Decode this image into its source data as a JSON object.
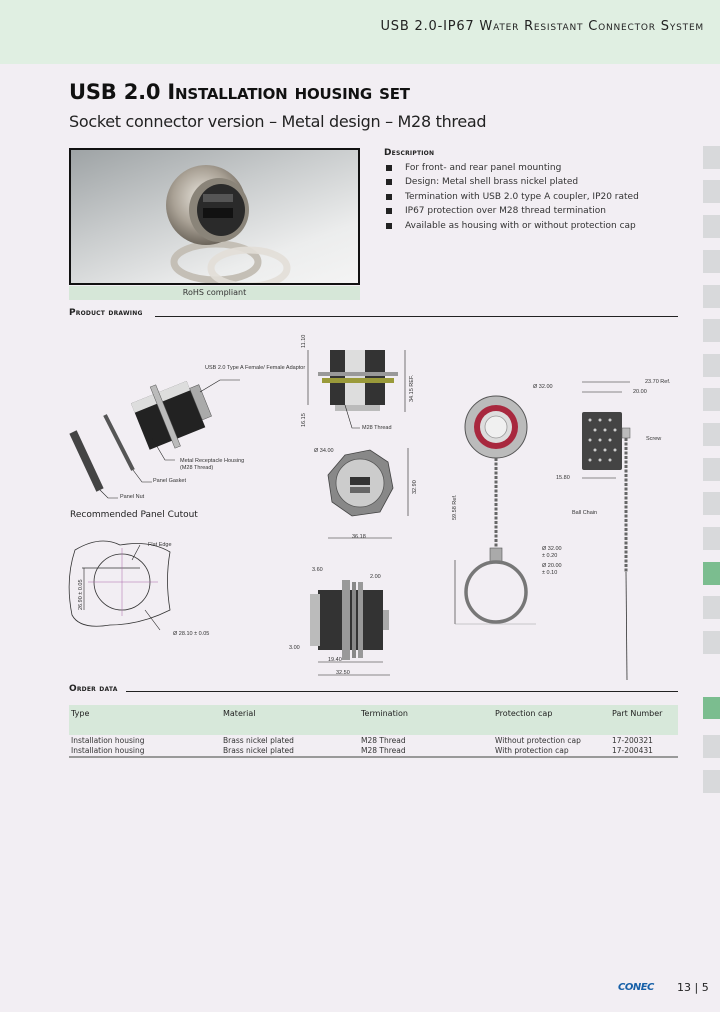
{
  "header": {
    "section_prefix": "USB 2.0-IP67 ",
    "section_title": "Water Resistant Connector System"
  },
  "title": "USB 2.0 Installation housing set",
  "subtitle": "Socket connector version – Metal design – M28 thread",
  "photo": {
    "caption": "RoHS compliant"
  },
  "description": {
    "heading": "Description",
    "items": [
      "For front- and rear panel mounting",
      "Design: Metal shell brass nickel plated",
      "Termination with USB 2.0 type A coupler, IP20 rated",
      "IP67 protection over M28 thread termination",
      "Available as housing with or without protection cap"
    ]
  },
  "product_drawing": {
    "heading": "Product drawing",
    "exploded_labels": {
      "adaptor": "USB 2.0 Type A Female/ Female Adaptor",
      "housing": "Metal Receptacle Housing (M28 Thread)",
      "gasket": "Panel Gasket",
      "nut": "Panel Nut"
    },
    "side_view": {
      "top_dim": "11.10",
      "bottom_dim": "16.15",
      "ref_dim": "34.15 REF.",
      "thread_label": "M28 Thread"
    },
    "front_view": {
      "diameter": "Ø 34.00",
      "height": "32.90",
      "width": "36.18"
    },
    "cutout": {
      "title": "Recommended Panel Cutout",
      "flat_edge": "Flat Edge",
      "height": "26.90 ± 0.05",
      "diameter": "Ø 28.10 ± 0.05"
    },
    "profile_view": {
      "dim_a": "3.60",
      "dim_b": "2.00",
      "dim_c": "3.00",
      "dim_d": "19.40",
      "dim_e": "32.50"
    },
    "cap_view": {
      "cap_diameter": "Ø 32.00",
      "length_ref": "59.58 Ref.",
      "ring_outer": "Ø 32.00",
      "ring_outer_tol": "± 0.20",
      "ring_inner": "Ø 20.00",
      "ring_inner_tol": "± 0.10"
    },
    "cap_side_view": {
      "width_ref": "23.70 Ref.",
      "width": "20.00",
      "depth": "15.80",
      "screw": "Screw",
      "ball_chain": "Ball Chain"
    }
  },
  "order_data": {
    "heading": "Order data",
    "columns": [
      "Type",
      "Material",
      "Termination",
      "Protection cap",
      "Part Number"
    ],
    "rows": [
      [
        "Installation housing",
        "Brass nickel plated",
        "M28 Thread",
        "Without protection cap",
        "17-200321"
      ],
      [
        "Installation housing",
        "Brass nickel plated",
        "M28 Thread",
        "With protection cap",
        "17-200431"
      ]
    ]
  },
  "side_tabs": {
    "count": 15,
    "active_index": 12,
    "colors": {
      "inactive": "#d8d9db",
      "active": "#7bbd8f"
    }
  },
  "footer": {
    "logo": "CONEC",
    "page": "13 | 5"
  },
  "colors": {
    "header_band": "#e0efe2",
    "page_bg": "#f2eef3",
    "table_header": "#d7e8da",
    "brand_blue": "#1760a8",
    "cap_red": "#a8283e"
  }
}
